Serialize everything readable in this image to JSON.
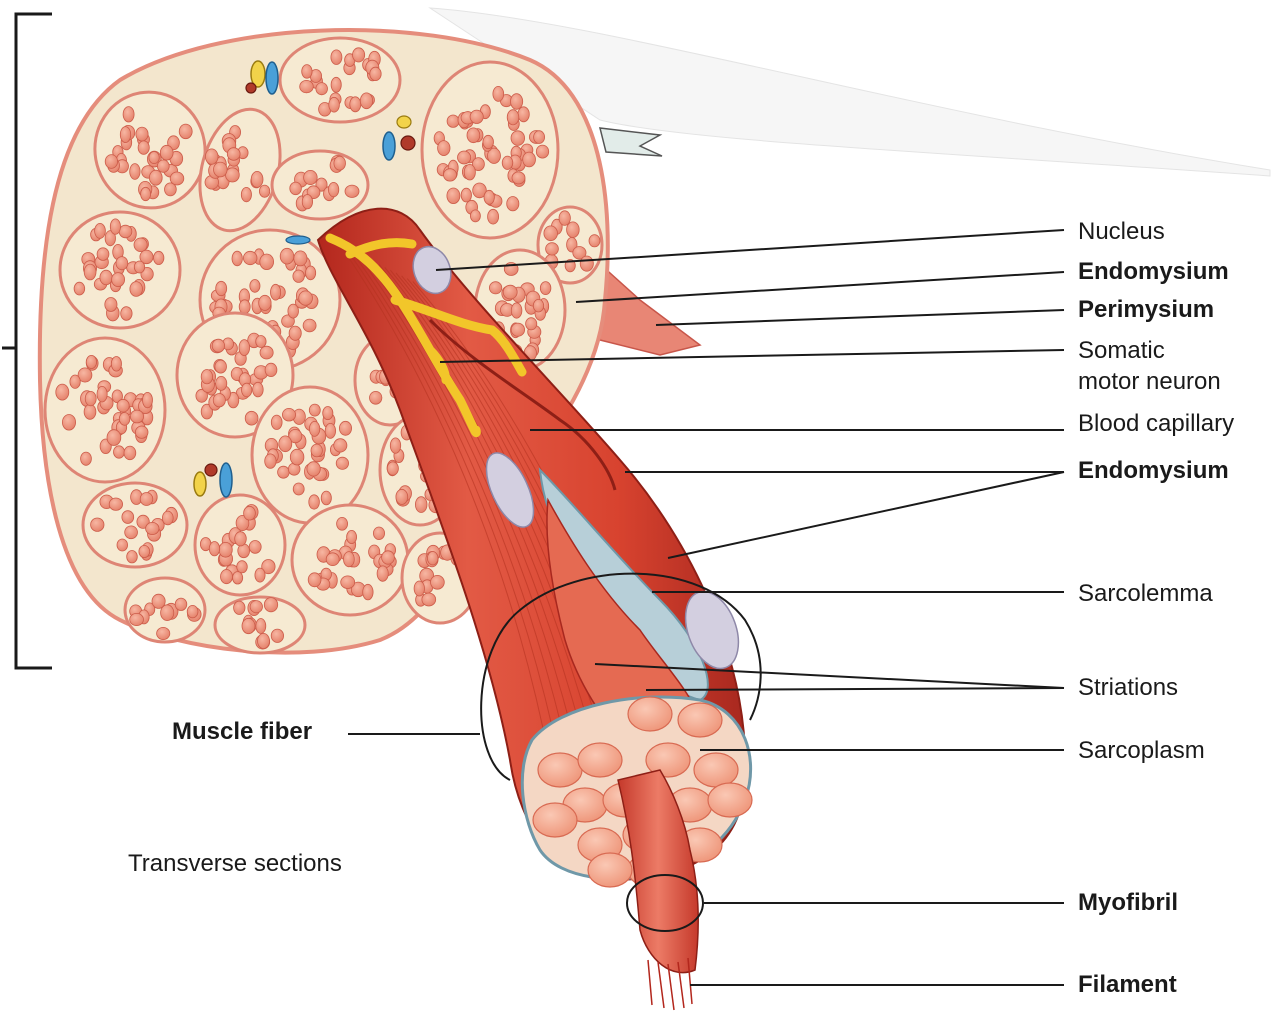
{
  "labels": {
    "nucleus": "Nucleus",
    "endomysium_top": "Endomysium",
    "perimysium": "Perimysium",
    "somatic_line1": "Somatic",
    "somatic_line2": "motor neuron",
    "blood_capillary": "Blood capillary",
    "endomysium_mid": "Endomysium",
    "sarcolemma": "Sarcolemma",
    "striations": "Striations",
    "sarcoplasm": "Sarcoplasm",
    "muscle_fiber": "Muscle fiber",
    "transverse_sections": "Transverse sections",
    "myofibril": "Myofibril",
    "filament": "Filament"
  },
  "colors": {
    "fascicle_fill": "#f0e2c8",
    "fascicle_outline": "#e08a7a",
    "muscle_cell": "#ef9a86",
    "muscle_cell_edge": "#d0604f",
    "fiber_red": "#d9493a",
    "fiber_dark": "#a8281f",
    "nerve_yellow": "#f2c62a",
    "sarcolemma_blue": "#8fb4c4",
    "nucleus_grey": "#c9c3d6",
    "leader_line": "#1a1a1a"
  }
}
